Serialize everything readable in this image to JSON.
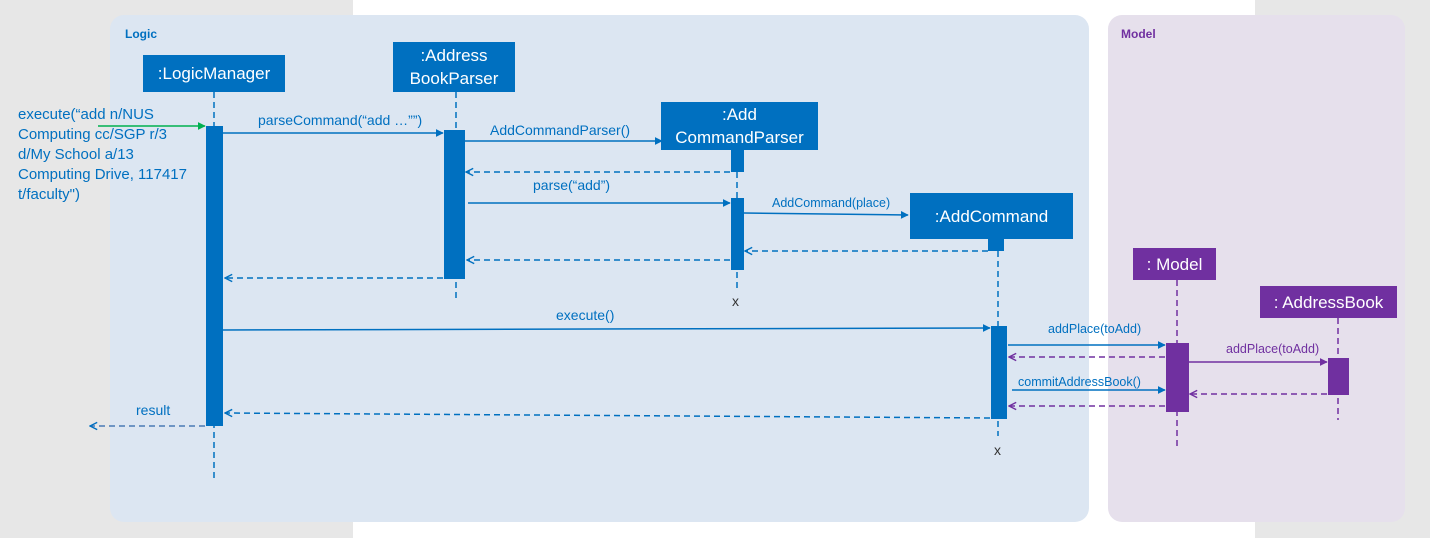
{
  "frames": {
    "logic_label": "Logic",
    "model_label": "Model"
  },
  "participants": {
    "logic_manager": ":LogicManager",
    "address_book_parser": ":Address\nBookParser",
    "add_command_parser": ":Add\nCommandParser",
    "add_command": ":AddCommand",
    "model": ": Model",
    "address_book": ": AddressBook"
  },
  "messages": {
    "execute_input": "execute(“add n/NUS\nComputing cc/SGP r/3\nd/My School a/13\nComputing Drive, 117417\nt/faculty\")",
    "parse_command": "parseCommand(“add …””)",
    "create_parser": "AddCommandParser()",
    "parse": "parse(“add”)",
    "create_command": "AddCommand(place)",
    "execute": "execute()",
    "add_place_model": "addPlace(toAdd)",
    "add_place_book": "addPlace(toAdd)",
    "commit": "commitAddressBook()",
    "result": "result"
  },
  "destroy_marks": {
    "parser": "x",
    "command": "x"
  },
  "colors": {
    "logic_blue": "#0070c0",
    "model_purple": "#7030a0",
    "incoming_green": "#00b050",
    "logic_frame": "#dce6f2",
    "model_frame": "#e6e0ec"
  }
}
